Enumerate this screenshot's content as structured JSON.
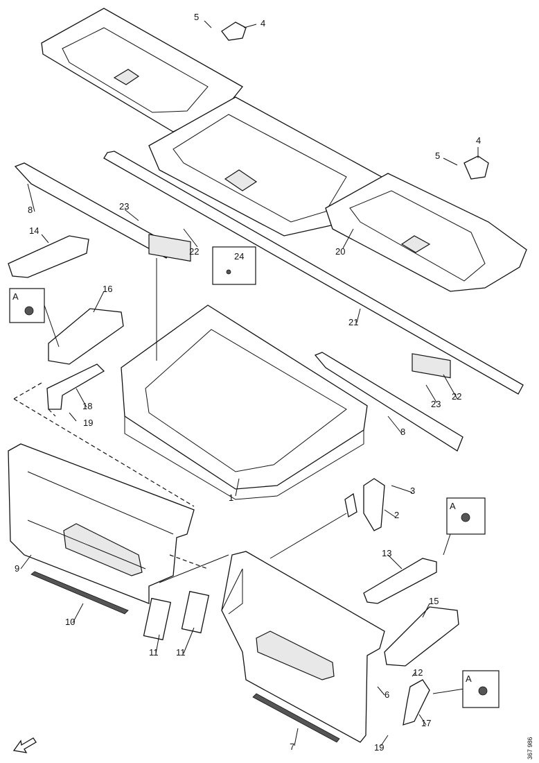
{
  "diagram": {
    "reference_number": "367 986",
    "detail_label": "A",
    "callouts": [
      "1",
      "2",
      "3",
      "4",
      "5",
      "6",
      "7",
      "8",
      "9",
      "10",
      "11",
      "12",
      "13",
      "14",
      "15",
      "16",
      "17",
      "18",
      "19",
      "20",
      "21",
      "22",
      "23",
      "24"
    ]
  }
}
